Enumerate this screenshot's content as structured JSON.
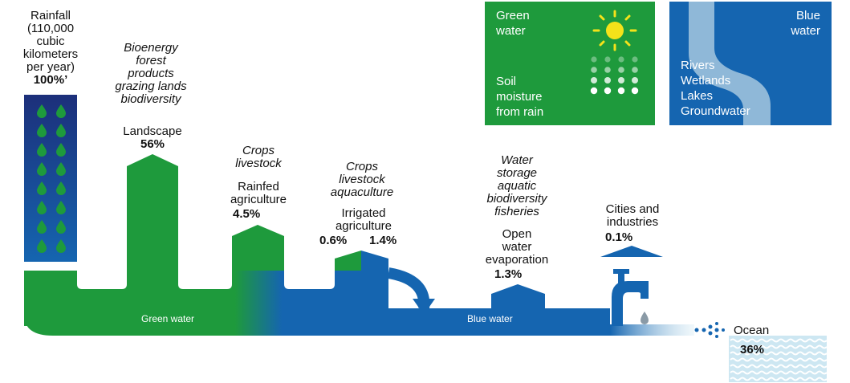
{
  "rainfall": {
    "title": "Rainfall",
    "subtitle_lines": [
      "(110,000",
      "cubic",
      "kilometers",
      "per year)"
    ],
    "percent": "100%’"
  },
  "landscape": {
    "uses": [
      "Bioenergy",
      "forest",
      "products",
      "grazing lands",
      "biodiversity"
    ],
    "label": "Landscape",
    "percent": "56%"
  },
  "rainfed": {
    "uses": [
      "Crops",
      "livestock"
    ],
    "label_lines": [
      "Rainfed",
      "agriculture"
    ],
    "percent": "4.5%"
  },
  "irrigated": {
    "uses": [
      "Crops",
      "livestock",
      "aquaculture"
    ],
    "label_lines": [
      "Irrigated",
      "agriculture"
    ],
    "percent_green": "0.6%",
    "percent_blue": "1.4%"
  },
  "open_water": {
    "uses": [
      "Water",
      "storage",
      "aquatic",
      "biodiversity",
      "fisheries"
    ],
    "label_lines": [
      "Open",
      "water",
      "evaporation"
    ],
    "percent": "1.3%"
  },
  "cities": {
    "label_lines": [
      "Cities and",
      "industries"
    ],
    "percent": "0.1%"
  },
  "ocean": {
    "label": "Ocean",
    "percent": "36%"
  },
  "flow": {
    "green_label": "Green water",
    "blue_label": "Blue water"
  },
  "legend_green": {
    "title_lines": [
      "Green",
      "water"
    ],
    "desc_lines": [
      "Soil",
      "moisture",
      "from rain"
    ]
  },
  "legend_blue": {
    "title_lines": [
      "Blue",
      "water"
    ],
    "desc_lines": [
      "Rivers",
      "Wetlands",
      "Lakes",
      "Groundwater"
    ]
  },
  "colors": {
    "green": "#1e9a3c",
    "blue": "#1565b0",
    "navy": "#1c2f7a",
    "light_blue": "#8fb8d8",
    "ocean": "#cde7f2",
    "sun": "#f4e21a"
  }
}
